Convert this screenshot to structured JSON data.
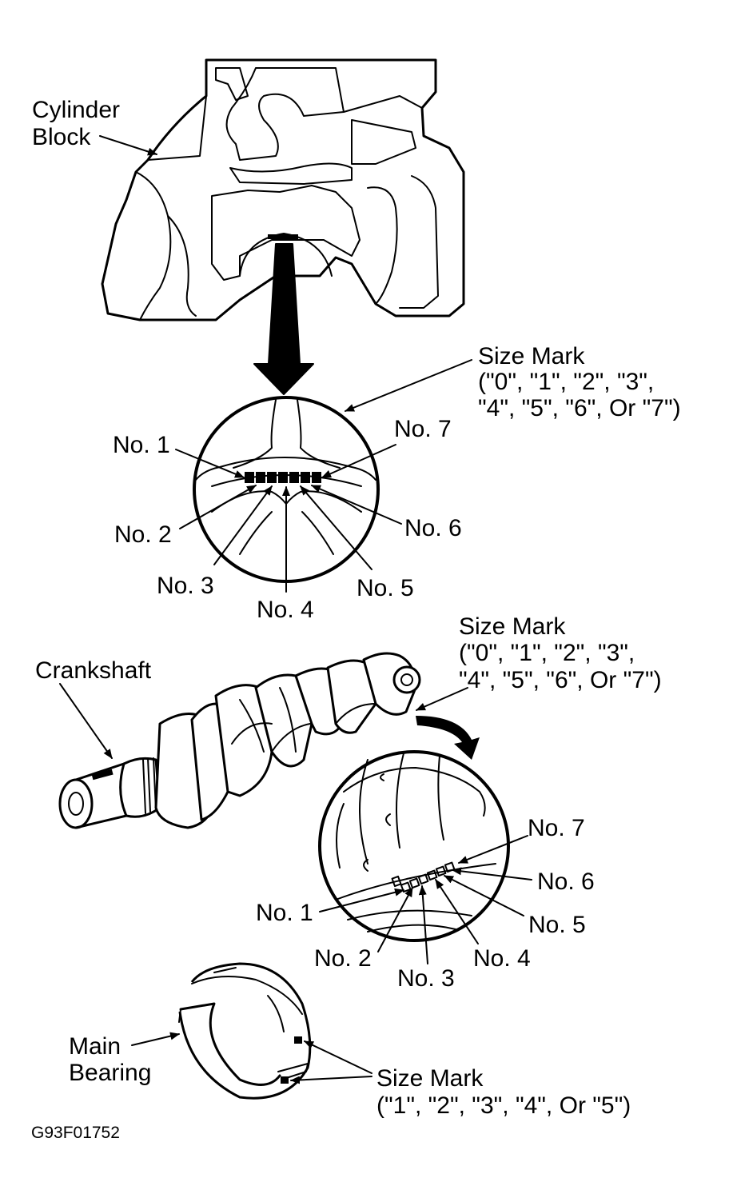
{
  "labels": {
    "cylinder_block_line1": "Cylinder",
    "cylinder_block_line2": "Block",
    "block_size_mark_title": "Size Mark",
    "block_size_mark_values_line1": "(\"0\", \"1\", \"2\", \"3\",",
    "block_size_mark_values_line2": "\"4\", \"5\", \"6\", Or \"7\")",
    "block_no1": "No. 1",
    "block_no2": "No. 2",
    "block_no3": "No. 3",
    "block_no4": "No. 4",
    "block_no5": "No. 5",
    "block_no6": "No. 6",
    "block_no7": "No. 7",
    "crankshaft": "Crankshaft",
    "crank_size_mark_title": "Size Mark",
    "crank_size_mark_values_line1": "(\"0\", \"1\", \"2\", \"3\",",
    "crank_size_mark_values_line2": "\"4\", \"5\", \"6\", Or \"7\")",
    "crank_no1": "No. 1",
    "crank_no2": "No. 2",
    "crank_no3": "No. 3",
    "crank_no4": "No. 4",
    "crank_no5": "No. 5",
    "crank_no6": "No. 6",
    "crank_no7": "No. 7",
    "main_bearing_line1": "Main",
    "main_bearing_line2": "Bearing",
    "bearing_size_mark_title": "Size Mark",
    "bearing_size_mark_values": "(\"1\", \"2\", \"3\", \"4\", Or \"5\")",
    "figure_code": "G93F01752"
  }
}
